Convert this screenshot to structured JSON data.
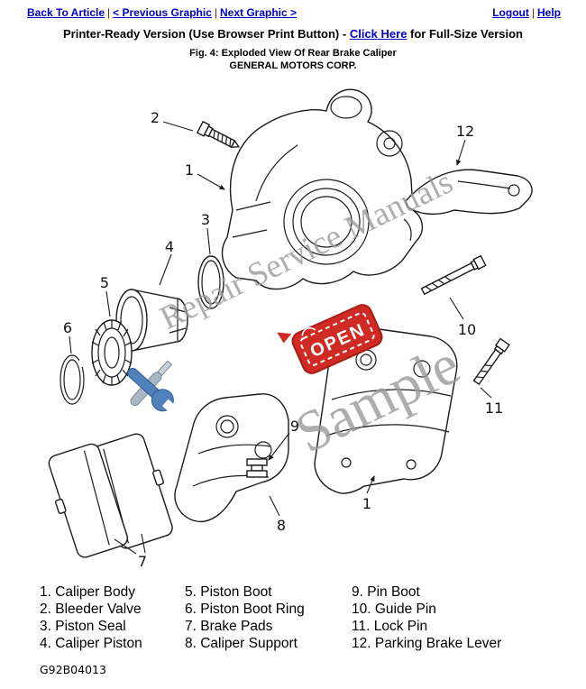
{
  "nav": {
    "separator": "|",
    "back_to_article": "Back To Article",
    "previous_graphic": "< Previous Graphic",
    "next_graphic": "Next Graphic >",
    "logout": "Logout",
    "help": "Help"
  },
  "header": {
    "printer_ready_prefix": "Printer-Ready Version (Use Browser Print Button) - ",
    "click_here_label": "Click Here",
    "printer_ready_suffix": " for Full-Size Version",
    "figure_caption": "Fig. 4: Exploded View Of Rear Brake Caliper",
    "company": "GENERAL MOTORS CORP."
  },
  "diagram": {
    "callouts": {
      "c1_top": "1",
      "c2": "2",
      "c3": "3",
      "c4": "4",
      "c5": "5",
      "c6": "6",
      "c7": "7",
      "c8": "8",
      "c9": "9",
      "c10": "10",
      "c11": "11",
      "c12": "12",
      "c1_bottom": "1"
    },
    "watermark": {
      "line_text": "Repair Service Manuals",
      "sample_text": "Sample",
      "open_sign_text": "OPEN",
      "watermark_color": "#9a9a9a",
      "open_sign_color": "#cf2b24"
    }
  },
  "legend": {
    "columns": [
      {
        "items": [
          "1. Caliper Body",
          "2. Bleeder Valve",
          "3. Piston Seal",
          "4. Caliper Piston"
        ]
      },
      {
        "items": [
          "5. Piston Boot",
          "6. Piston Boot Ring",
          "7. Brake Pads",
          "8. Caliper Support"
        ]
      },
      {
        "items": [
          "9. Pin Boot",
          "10. Guide Pin",
          "11. Lock Pin",
          "12. Parking Brake Lever"
        ]
      }
    ]
  },
  "footer": {
    "figure_id": "G92B04013"
  }
}
